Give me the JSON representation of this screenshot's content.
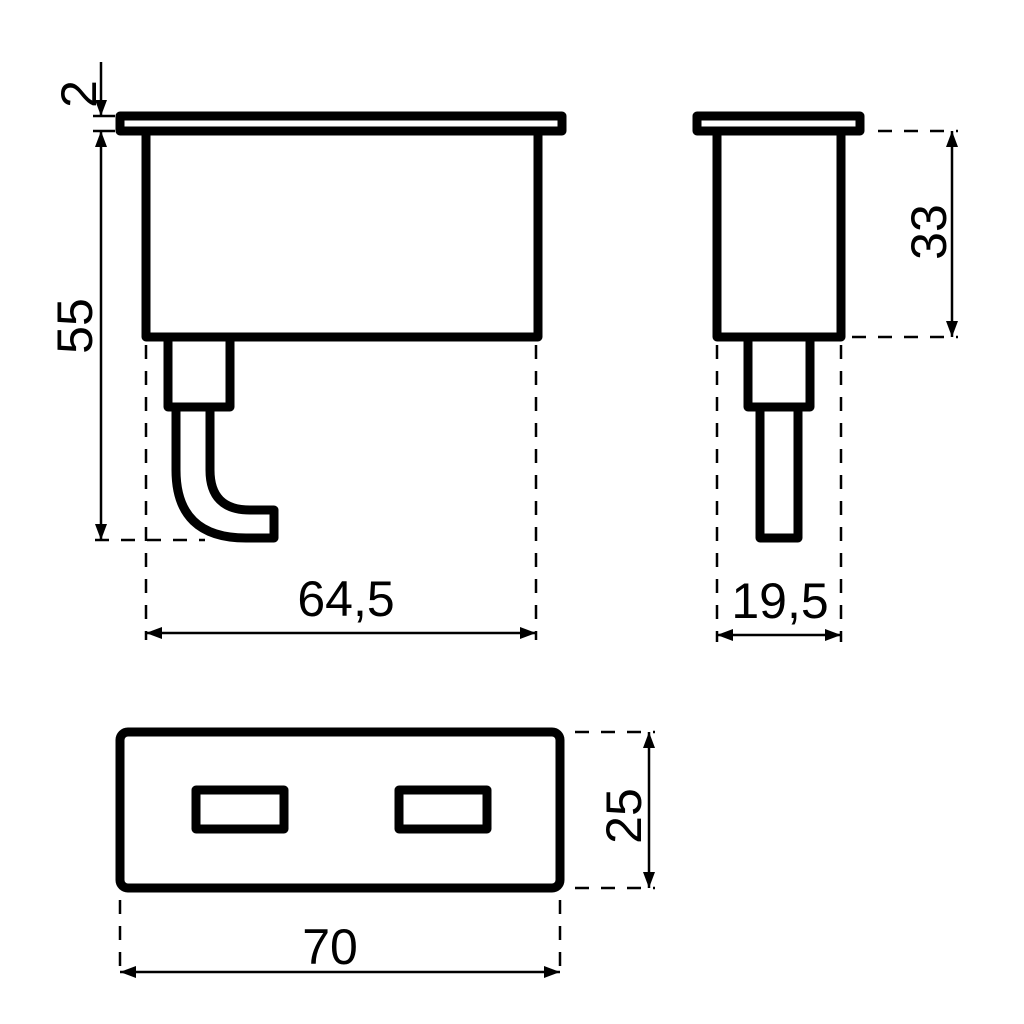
{
  "drawing": {
    "background": "#ffffff",
    "line_color": "#000000",
    "views": {
      "front": {
        "dimensions": {
          "flange_thickness": "2",
          "total_height": "55",
          "body_width": "64,5"
        }
      },
      "side": {
        "dimensions": {
          "body_height": "33",
          "body_depth": "19,5"
        }
      },
      "top": {
        "dimensions": {
          "flange_width": "70",
          "flange_depth": "25"
        },
        "openings": 2
      }
    }
  }
}
